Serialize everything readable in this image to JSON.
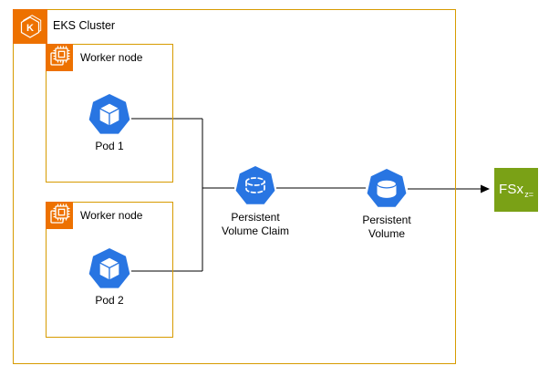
{
  "colors": {
    "cluster_border": "#D79B00",
    "aws_orange": "#ED7100",
    "k8s_blue": "#2875E2",
    "fsx_green": "#7AA116",
    "connector": "#000000",
    "label_text": "#000000"
  },
  "cluster": {
    "label": "EKS Cluster"
  },
  "worker_nodes": [
    {
      "label": "Worker node"
    },
    {
      "label": "Worker node"
    }
  ],
  "pods": [
    {
      "label": "Pod 1"
    },
    {
      "label": "Pod 2"
    }
  ],
  "pvc": {
    "label": "Persistent\nVolume Claim"
  },
  "pv": {
    "label": "Persistent\nVolume"
  },
  "fsx": {
    "label": "FSx",
    "sublabel": "z="
  },
  "edges": [
    {
      "from": "pod-1",
      "to": "persistent-volume-claim",
      "arrow": false
    },
    {
      "from": "pod-2",
      "to": "persistent-volume-claim",
      "arrow": false
    },
    {
      "from": "persistent-volume-claim",
      "to": "persistent-volume",
      "arrow": false
    },
    {
      "from": "persistent-volume",
      "to": "fsx",
      "arrow": true
    }
  ]
}
